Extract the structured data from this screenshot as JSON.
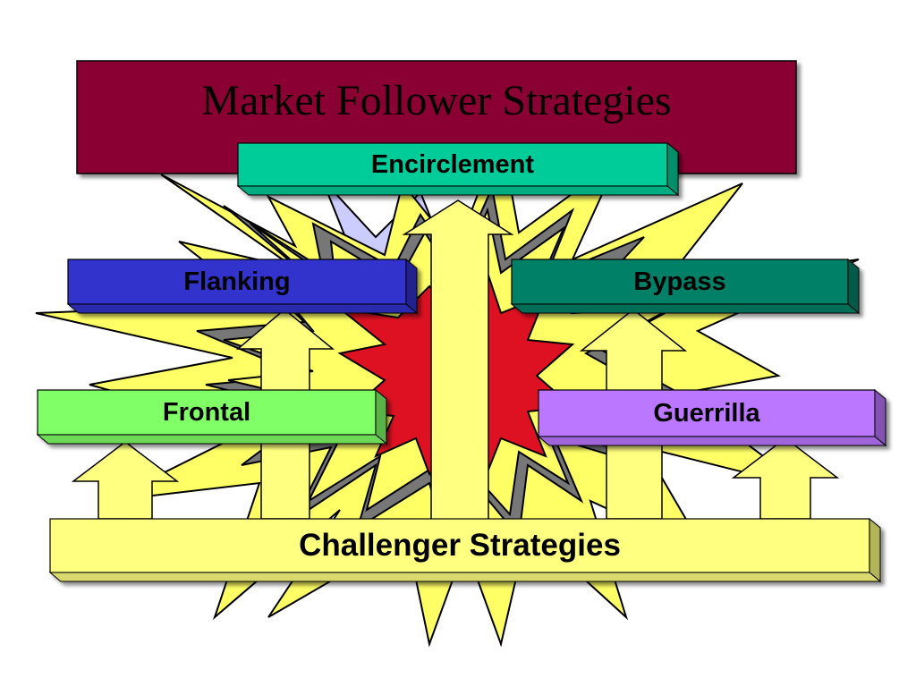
{
  "title": "Market Follower Strategies",
  "strategies": {
    "encirclement": "Encirclement",
    "flanking": "Flanking",
    "bypass": "Bypass",
    "frontal": "Frontal",
    "guerrilla": "Guerrilla"
  },
  "base": "Challenger Strategies",
  "colors": {
    "title_box": "#8B0030",
    "encirclement": "#00CC99",
    "flanking": "#3333CC",
    "bypass": "#008066",
    "frontal": "#80FF66",
    "guerrilla": "#BB77FF",
    "base_bar": "#FFFF80",
    "arrows": "#FFFF80",
    "burst_outer": "#FFFF66",
    "burst_back": "#CCCCFF",
    "burst_ring": "#777777",
    "burst_core": "#DD1122"
  }
}
